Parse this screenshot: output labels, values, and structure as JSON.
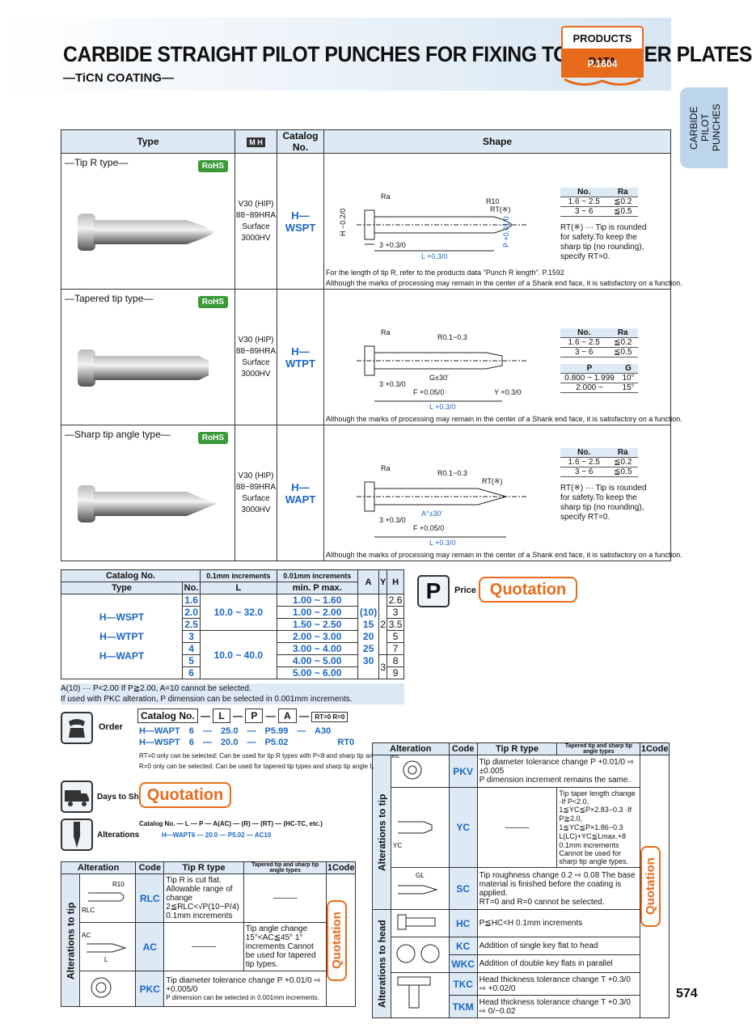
{
  "header": {
    "title": "CARBIDE STRAIGHT PILOT PUNCHES FOR FIXING TO STRIPPER PLATES",
    "subtitle": "—TiCN COATING—",
    "products_data_label": "PRODUCTS DATA",
    "products_data_page": "P.1604",
    "side_tab": "CARBIDE PILOT PUNCHES"
  },
  "main_table": {
    "headers": [
      "Type",
      "M H",
      "Catalog No.",
      "Shape"
    ],
    "rows": [
      {
        "type": "—Tip R type—",
        "rohs": "RoHS",
        "material": "V30 (HIP) 88~89HRA Surface 3000HV",
        "catalog": "H—WSPT",
        "notes": [
          "For the length of tip R, refer to the products data \"Punch R length\". P.1592",
          "Although the marks of processing may remain in the center of a Shank end face, it is satisfactory on a function."
        ]
      },
      {
        "type": "—Tapered tip type—",
        "rohs": "RoHS",
        "material": "V30 (HIP) 88~89HRA Surface 3000HV",
        "catalog": "H—WTPT",
        "notes": [
          "Although the marks of processing may remain in the center of a Shank end face, it is satisfactory on a function."
        ]
      },
      {
        "type": "—Sharp tip angle type—",
        "rohs": "RoHS",
        "material": "V30 (HIP) 88~89HRA Surface 3000HV",
        "catalog": "H—WAPT",
        "notes": [
          "Although the marks of processing may remain in the center of a Shank end face, it is satisfactory on a function."
        ]
      }
    ],
    "ra_table": {
      "headers": [
        "No.",
        "Ra"
      ],
      "rows": [
        [
          "1.6 ~ 2.5",
          "≦0.2"
        ],
        [
          "3 ~ 6",
          "≦0.5"
        ]
      ]
    },
    "pg_table": {
      "headers": [
        "P",
        "G"
      ],
      "rows": [
        [
          "0.800 ~ 1.999",
          "10°"
        ],
        [
          "2.000 ~",
          "15°"
        ]
      ]
    },
    "rt_note": "RT(※) ··· Tip is rounded for safety.To keep the sharp tip (no rounding), specify RT=0."
  },
  "spec_table": {
    "head1": [
      "Catalog No.",
      "0.1mm increments",
      "0.01mm increments",
      "A",
      "Y",
      "H"
    ],
    "head2": [
      "Type",
      "No.",
      "L",
      "min.   P   max."
    ],
    "types": [
      "H—WSPT",
      "H—WTPT",
      "H—WAPT"
    ],
    "nos": [
      "1.6",
      "2.0",
      "2.5",
      "3",
      "4",
      "5",
      "6"
    ],
    "l_ranges": [
      "10.0 ~ 32.0",
      "10.0 ~ 40.0"
    ],
    "p_ranges": [
      "1.00 ~ 1.60",
      "1.00 ~ 2.00",
      "1.50 ~ 2.50",
      "2.00 ~ 3.00",
      "3.00 ~ 4.00",
      "4.00 ~ 5.00",
      "5.00 ~ 6.00"
    ],
    "a_values": [
      "(10)",
      "15",
      "20",
      "25",
      "30"
    ],
    "y_values": [
      "2",
      "3"
    ],
    "h_values": [
      "2.6",
      "3",
      "3.5",
      "5",
      "7",
      "8",
      "9"
    ],
    "notes": [
      "A(10) ··· P<2.00 If P≧2.00, A=10 cannot be selected.",
      "If used with PKC alteration, P dimension can be selected in 0.001mm increments."
    ]
  },
  "price": {
    "label": "Price",
    "value": "Quotation"
  },
  "order": {
    "label": "Order",
    "fields": [
      "Catalog No.",
      "L",
      "P",
      "A",
      "RT=0 R=0"
    ],
    "ex1": [
      "H—WAPT 6",
      "25.0",
      "P5.99",
      "A30"
    ],
    "ex2": [
      "H—WSPT 6",
      "20.0",
      "P5.02",
      "RT0"
    ],
    "notes": [
      "RT=0 only can be selected: Can be used for tip R types with P<8 and sharp tip angle types.",
      "R=0 only can be selected: Can be used for tapered tip types and sharp tip angle types."
    ]
  },
  "days": {
    "label": "Days to Ship",
    "value": "Quotation"
  },
  "alterations": {
    "label": "Alterations",
    "line": "Catalog No. — L — P — A(AC) — (R) — (RT) — (HC-TC, etc.)",
    "example": "H—WAPT6 — 20.0 — P5.02 — AC10"
  },
  "alt_left": {
    "headers": [
      "Alteration",
      "Code",
      "Tip R type",
      "Tapered tip and sharp tip angle types",
      "1Code"
    ],
    "group": "Alterations to tip",
    "rows": [
      {
        "code": "RLC",
        "desc": "Tip R is cut flat. Allowable range of change 2≦RLC<√P(10−P/4) 0.1mm increments"
      },
      {
        "code": "AC",
        "desc": "Tip angle change 15°<AC≦45° 1° increments Cannot be used for tapered tip types."
      },
      {
        "code": "PKC",
        "desc": "Tip diameter tolerance change P +0.01/0 ⇨ +0.005/0",
        "note": "P dimension can be selected in 0.001mm increments."
      }
    ],
    "quote": "Quotation"
  },
  "alt_right": {
    "headers": [
      "Alteration",
      "Code",
      "Tip R type",
      "Tapered tip and sharp tip angle types",
      "1Code"
    ],
    "group_tip": "Alterations to tip",
    "group_head": "Alterations to head",
    "rows": [
      {
        "code": "PKV",
        "desc": "Tip diameter tolerance change P +0.01/0 ⇨ ±0.005",
        "note": "P dimension increment remains the same."
      },
      {
        "code": "YC",
        "desc": "Tip taper length change ·If P<2.0, 1≦YC≦P×2.83−0.3 ·If P≧2.0, 1≦YC≦P×1.86−0.3 L(LC)+YC≦Lmax.+8 0.1mm increments",
        "note": "Cannot be used for sharp tip angle types."
      },
      {
        "code": "SC",
        "desc": "Tip roughness change 0.2 ⇨ 0.08 The base material is finished before the coating is applied.",
        "note": "RT=0 and R=0 cannot be selected."
      },
      {
        "code": "HC",
        "desc": "P≦HC<H 0.1mm increments"
      },
      {
        "code": "KC",
        "desc": "Addition of single key flat to head"
      },
      {
        "code": "WKC",
        "desc": "Addition of double key flats in parallel"
      },
      {
        "code": "TKC",
        "desc": "Head thickness tolerance change T +0.3/0 ⇨ +0.02/0"
      },
      {
        "code": "TKM",
        "desc": "Head thickness tolerance change T +0.3/0 ⇨ 0/−0.02"
      }
    ],
    "quote": "Quotation"
  },
  "page_number": "574"
}
